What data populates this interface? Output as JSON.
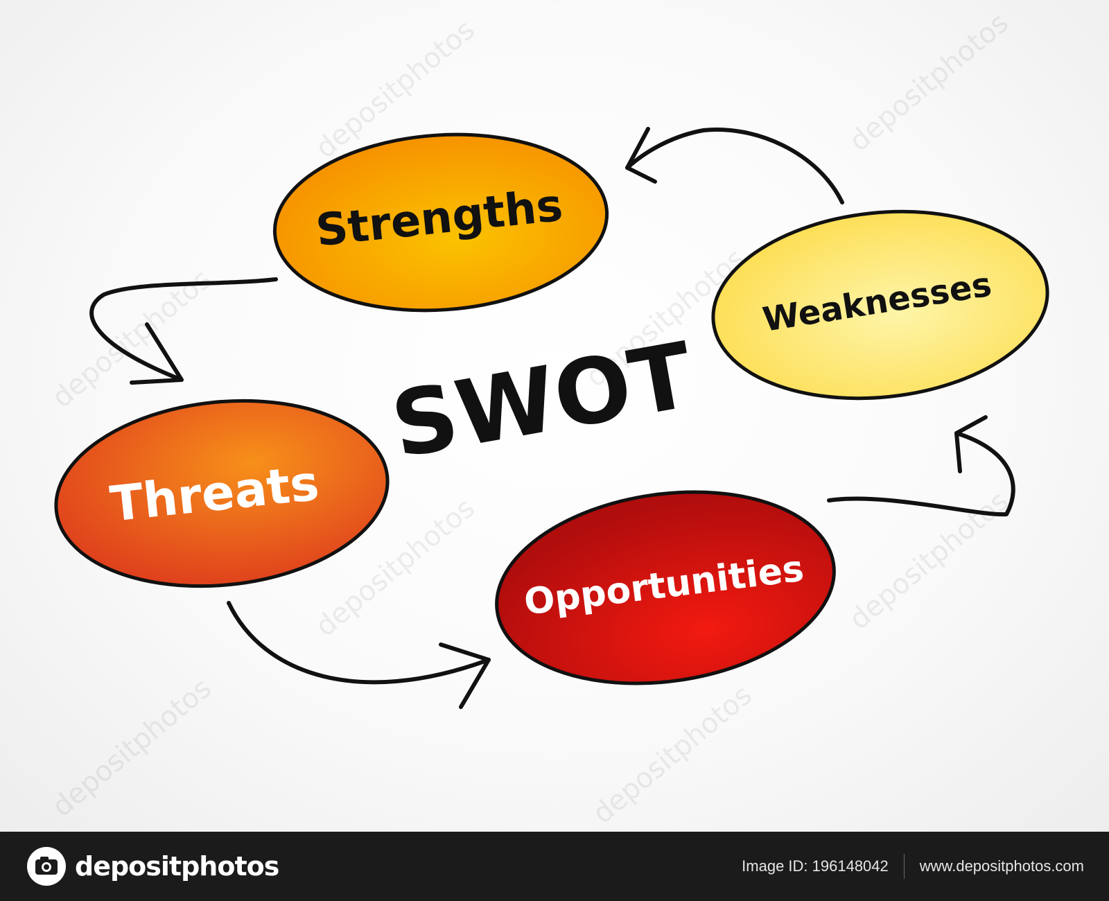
{
  "diagram": {
    "title": "SWOT",
    "nodes": {
      "strengths": {
        "label": "Strengths",
        "fill_top": "#fbb400",
        "fill_bottom": "#f58a00",
        "text_color": "#111111"
      },
      "weaknesses": {
        "label": "Weaknesses",
        "fill_top": "#fde15a",
        "fill_bottom": "#fdf39a",
        "text_color": "#111111"
      },
      "threats": {
        "label": "Threats",
        "fill_top": "#f47a14",
        "fill_bottom": "#e0421c",
        "text_color": "#ffffff"
      },
      "opportunities": {
        "label": "Opportunities",
        "fill_top": "#c40f0f",
        "fill_bottom": "#ef1a12",
        "text_color": "#ffffff"
      }
    },
    "arrows": [
      {
        "from": "strengths",
        "to": "threats"
      },
      {
        "from": "threats",
        "to": "opportunities"
      },
      {
        "from": "opportunities",
        "to": "weaknesses"
      },
      {
        "from": "weaknesses",
        "to": "strengths"
      }
    ],
    "watermark_text": "depositphotos"
  },
  "footer": {
    "brand": "depositphotos",
    "image_id": "Image ID: 196148042",
    "url": "www.depositphotos.com"
  }
}
